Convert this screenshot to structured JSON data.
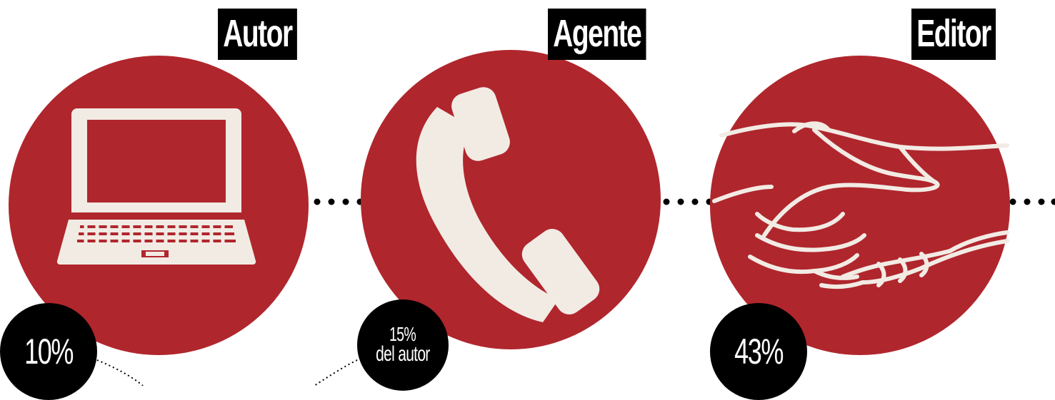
{
  "steps": [
    {
      "label": "Autor",
      "icon": "laptop-icon",
      "badge": "10%"
    },
    {
      "label": "Agente",
      "icon": "phone-icon",
      "badge_line1": "15%",
      "badge_line2": "del autor"
    },
    {
      "label": "Editor",
      "icon": "handshake-icon",
      "badge": "43%"
    }
  ],
  "colors": {
    "circle": "#b0262d",
    "icon": "#f2ebe4",
    "label_bg": "#000000",
    "text": "#ffffff"
  }
}
